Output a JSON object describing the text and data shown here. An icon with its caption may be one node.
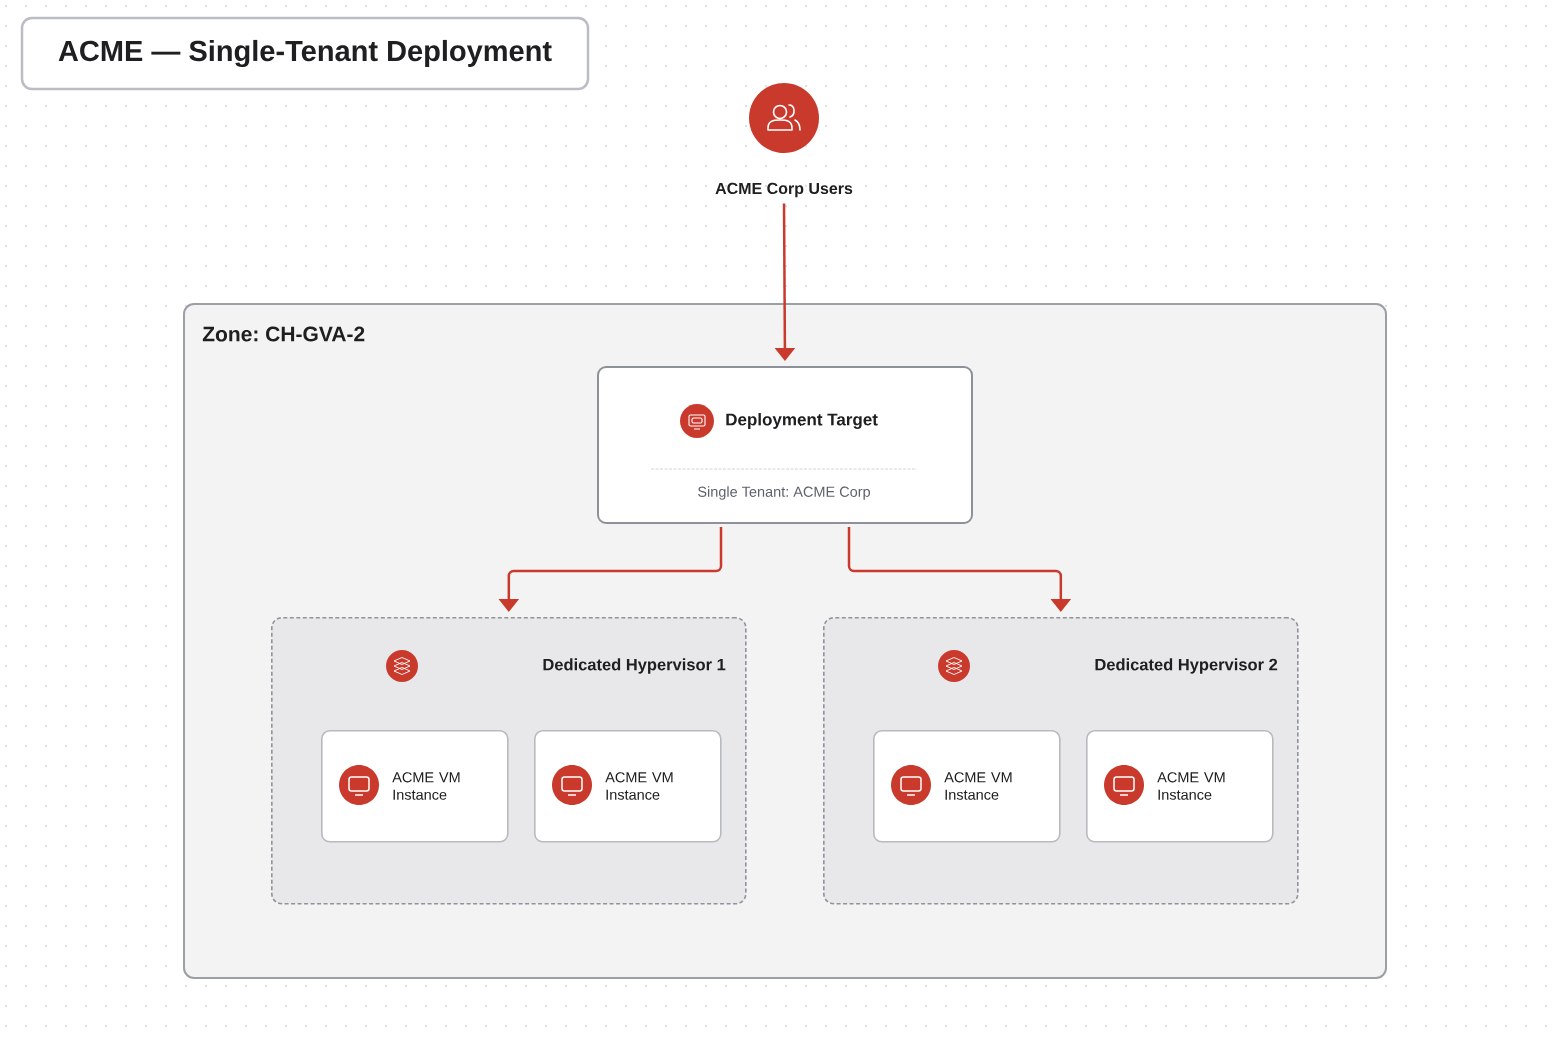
{
  "diagram": {
    "title": "ACME — Single-Tenant Deployment",
    "nodes": [
      {
        "text": [
          "ACME Corp Users"
        ]
      },
      {
        "text": [
          "Zone: CH-GVA-2"
        ]
      },
      {
        "text": [
          "Deployment Target",
          "Single Tenant: ACME Corp"
        ],
        "in": 1
      },
      {
        "text": [
          "Dedicated Hypervisor 1"
        ],
        "in": 1
      },
      {
        "text": [
          "ACME VM Instance"
        ],
        "in": 3
      },
      {
        "text": [
          "ACME VM Instance"
        ],
        "in": 3
      },
      {
        "text": [
          "Dedicated Hypervisor 2"
        ],
        "in": 1
      },
      {
        "text": [
          "ACME VM Instance"
        ],
        "in": 6
      },
      {
        "text": [
          "ACME VM Instance"
        ],
        "in": 6
      }
    ],
    "edges": [
      {
        "from": 0,
        "to": 2,
        "arrow": "to"
      },
      {
        "from": 2,
        "to": 3,
        "arrow": "to"
      },
      {
        "from": 2,
        "to": 6,
        "arrow": "to"
      }
    ]
  }
}
